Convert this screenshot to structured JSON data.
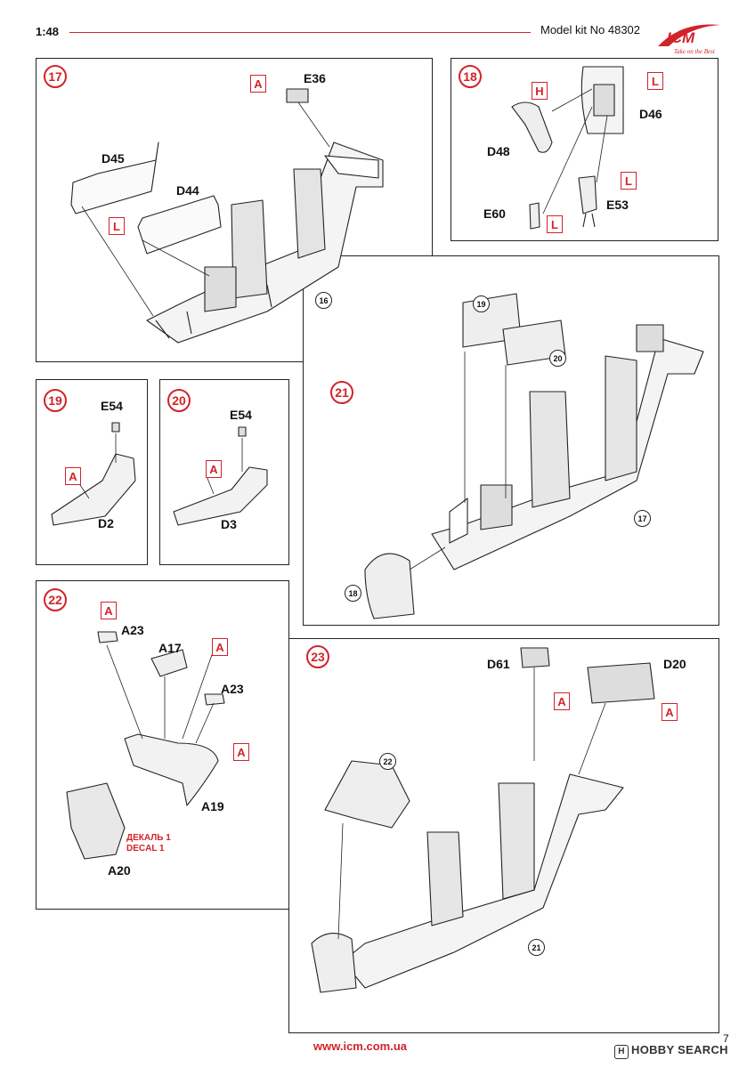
{
  "header": {
    "scale": "1:48",
    "kit": "Model kit No 48302",
    "logo_text": "ICM",
    "logo_tagline": "Take on the Best",
    "accent_color": "#d2232a"
  },
  "steps": {
    "s17": {
      "number": "17",
      "parts": {
        "e36": "E36",
        "d45": "D45",
        "d44": "D44"
      },
      "tags": {
        "a": "A",
        "l": "L"
      },
      "ref": "16"
    },
    "s18": {
      "number": "18",
      "parts": {
        "d46": "D46",
        "d48": "D48",
        "e60": "E60",
        "e53": "E53"
      },
      "tags": {
        "h": "H",
        "l1": "L",
        "l2": "L",
        "l3": "L"
      }
    },
    "s19": {
      "number": "19",
      "parts": {
        "e54": "E54",
        "d2": "D2"
      },
      "tags": {
        "a": "A"
      }
    },
    "s20": {
      "number": "20",
      "parts": {
        "e54": "E54",
        "d3": "D3"
      },
      "tags": {
        "a": "A"
      }
    },
    "s21": {
      "number": "21",
      "refs": {
        "r19": "19",
        "r20": "20",
        "r17": "17",
        "r18": "18"
      }
    },
    "s22": {
      "number": "22",
      "parts": {
        "a23a": "A23",
        "a17": "A17",
        "a23b": "A23",
        "a19": "A19",
        "a20": "A20"
      },
      "tags": {
        "a1": "A",
        "a2": "A",
        "a3": "A"
      },
      "decal_ru": "ДЕКАЛЬ 1",
      "decal_en": "DECAL 1"
    },
    "s23": {
      "number": "23",
      "parts": {
        "d61": "D61",
        "d20": "D20"
      },
      "tags": {
        "a1": "A",
        "a2": "A"
      },
      "refs": {
        "r22": "22",
        "r21": "21"
      }
    }
  },
  "footer": {
    "url": "www.icm.com.ua",
    "page": "7",
    "watermark": "HOBBY SEARCH",
    "watermark_icon": "H"
  }
}
